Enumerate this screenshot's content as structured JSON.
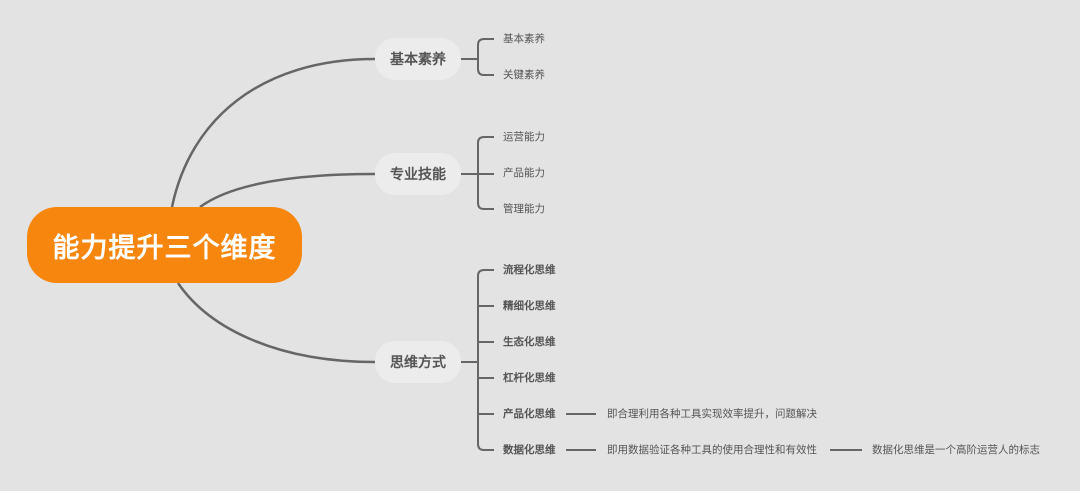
{
  "root": "能力提升三个维度",
  "branches": [
    {
      "label": "基本素养",
      "children": [
        "基本素养",
        "关键素养"
      ]
    },
    {
      "label": "专业技能",
      "children": [
        "运营能力",
        "产品能力",
        "管理能力"
      ]
    },
    {
      "label": "思维方式",
      "children": [
        "流程化思维",
        "精细化思维",
        "生态化思维",
        "杠杆化思维",
        "产品化思维",
        "数据化思维"
      ]
    }
  ],
  "notes": {
    "product_thinking": "即合理利用各种工具实现效率提升，问题解决",
    "data_thinking": "即用数据验证各种工具的使用合理性和有效性",
    "data_thinking_2": "数据化思维是一个高阶运营人的标志"
  },
  "colors": {
    "root": "#f7860f",
    "line": "#666666"
  }
}
